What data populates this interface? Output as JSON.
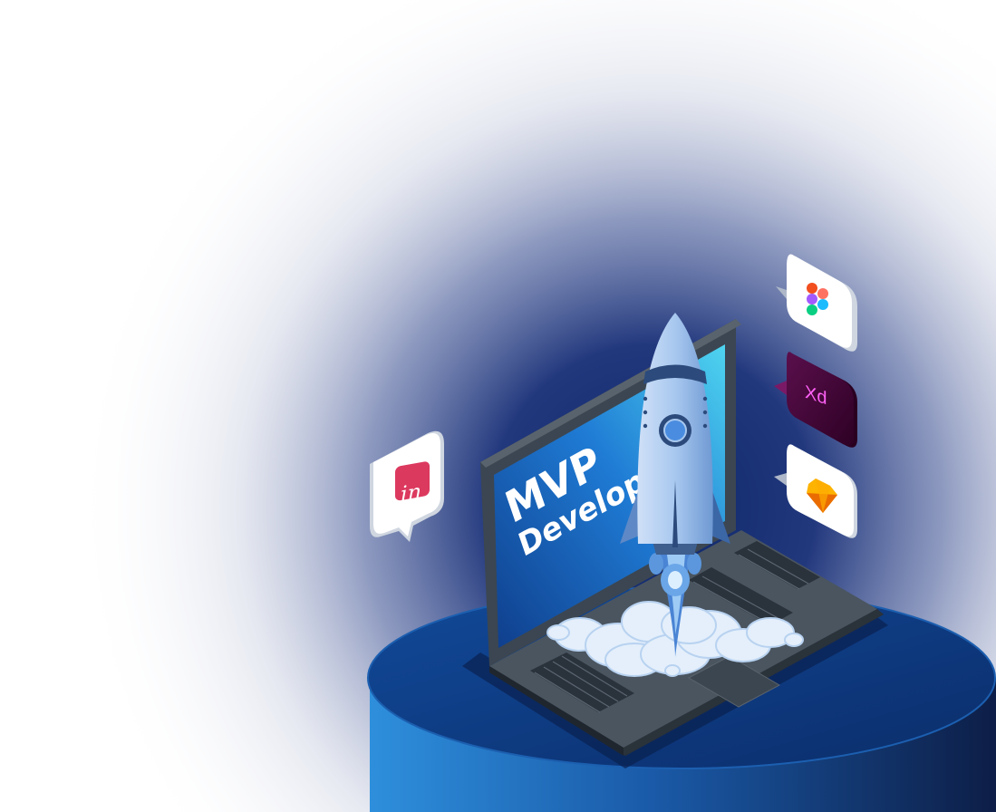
{
  "screen": {
    "title_line1": "MVP",
    "title_line2": "Developm"
  },
  "badges": [
    {
      "name": "invision-badge",
      "icon": "invision-icon",
      "text": "in",
      "color": "#dc395f"
    },
    {
      "name": "figma-badge",
      "icon": "figma-icon",
      "text": "",
      "color": "#a259ff"
    },
    {
      "name": "xd-badge",
      "icon": "adobe-xd-icon",
      "text": "Xd",
      "color": "#470137"
    },
    {
      "name": "sketch-badge",
      "icon": "sketch-icon",
      "text": "",
      "color": "#fdb300"
    }
  ],
  "colors": {
    "glow": "#2a3f85",
    "pedestal": "#0f3a7e",
    "laptop": "#3b4652",
    "screen": "#1f7bd4",
    "rocket": "#a8c8ef",
    "cloud": "#e4effb"
  }
}
